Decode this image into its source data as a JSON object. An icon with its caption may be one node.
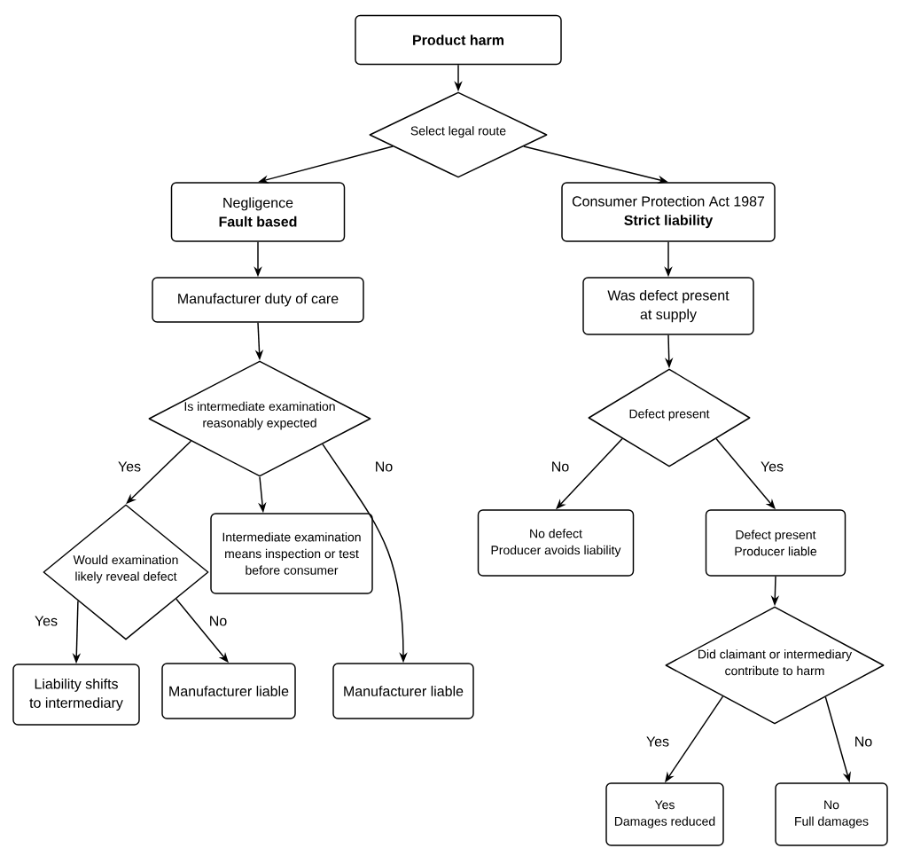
{
  "diagram": {
    "nodes": [
      {
        "text": [
          "Product harm"
        ]
      },
      {
        "text": [
          "Select legal route"
        ]
      },
      {
        "text": [
          "Negligence",
          "Fault based"
        ]
      },
      {
        "text": [
          "Consumer Protection Act 1987",
          "Strict liability"
        ]
      },
      {
        "text": [
          "Manufacturer duty of care"
        ]
      },
      {
        "text": [
          "Was defect present at supply"
        ]
      },
      {
        "text": [
          "Is intermediate examination reasonably expected"
        ]
      },
      {
        "text": [
          "Defect present"
        ]
      },
      {
        "text": [
          "Would examination likely reveal defect"
        ]
      },
      {
        "text": [
          "Intermediate examination means inspection or test before consumer"
        ]
      },
      {
        "text": [
          "No defect",
          "Producer avoids liability"
        ]
      },
      {
        "text": [
          "Defect present",
          "Producer liable"
        ]
      },
      {
        "text": [
          "Did claimant or intermediary contribute to harm"
        ]
      },
      {
        "text": [
          "Liability shifts to intermediary"
        ]
      },
      {
        "text": [
          "Manufacturer liable"
        ]
      },
      {
        "text": [
          "Manufacturer liable"
        ]
      },
      {
        "text": [
          "Yes",
          "Damages reduced"
        ]
      },
      {
        "text": [
          "No",
          "Full damages"
        ]
      }
    ],
    "edges": [
      {
        "from": 0,
        "to": 1,
        "arrow": "to"
      },
      {
        "from": 1,
        "to": 2,
        "arrow": "to"
      },
      {
        "from": 1,
        "to": 3,
        "arrow": "to"
      },
      {
        "from": 2,
        "to": 4,
        "arrow": "to"
      },
      {
        "from": 3,
        "to": 5,
        "arrow": "to"
      },
      {
        "from": 4,
        "to": 6,
        "arrow": "to"
      },
      {
        "from": 5,
        "to": 7,
        "arrow": "to"
      },
      {
        "from": 6,
        "to": 8,
        "arrow": "to",
        "label": "Yes"
      },
      {
        "from": 6,
        "to": 9,
        "arrow": "to"
      },
      {
        "from": 6,
        "to": 15,
        "arrow": "to",
        "label": "No"
      },
      {
        "from": 7,
        "to": 10,
        "arrow": "to",
        "label": "No"
      },
      {
        "from": 7,
        "to": 11,
        "arrow": "to",
        "label": "Yes"
      },
      {
        "from": 8,
        "to": 13,
        "arrow": "to",
        "label": "Yes"
      },
      {
        "from": 8,
        "to": 14,
        "arrow": "to",
        "label": "No"
      },
      {
        "from": 11,
        "to": 12,
        "arrow": "to"
      },
      {
        "from": 12,
        "to": 16,
        "arrow": "to",
        "label": "Yes"
      },
      {
        "from": 12,
        "to": 17,
        "arrow": "to",
        "label": "No"
      }
    ]
  }
}
